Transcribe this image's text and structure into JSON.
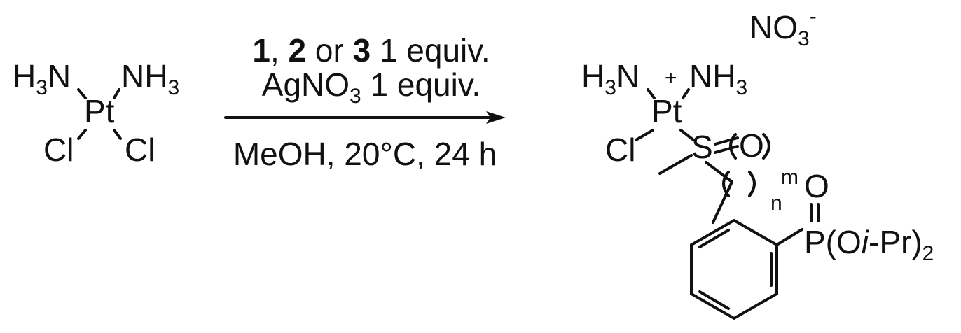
{
  "reactant": {
    "left_ligand": "H",
    "left_sub": "3",
    "left_tail": "N",
    "right_ligand": "NH",
    "right_sub": "3",
    "metal": "Pt",
    "chloride_left": "Cl",
    "chloride_right": "Cl"
  },
  "conditions": {
    "reagent_1": "1",
    "comma": ",",
    "reagent_2": "2",
    "or_word": "or",
    "reagent_3": "3",
    "reagent_equiv": "1 equiv.",
    "silver_head": "AgNO",
    "silver_sub": "3",
    "silver_equiv": "1 equiv.",
    "solvent_line": "MeOH, 20°C, 24 h"
  },
  "product": {
    "counterion_head": "NO",
    "counterion_sub": "3",
    "counterion_charge": "-",
    "left_ligand": "H",
    "left_sub": "3",
    "left_tail": "N",
    "charge": "+",
    "right_ligand": "NH",
    "right_sub": "3",
    "metal": "Pt",
    "chloride": "Cl",
    "sulfur": "S",
    "oxo": "O",
    "m_index": "m",
    "n_index": "n",
    "phosphoryl_oxygen": "O",
    "phosphonate_p": "P(O",
    "phosphonate_i": "i",
    "phosphonate_pr": "-Pr)",
    "phosphonate_sub": "2"
  },
  "colors": {
    "ink": "#111111",
    "background": "#ffffff"
  }
}
